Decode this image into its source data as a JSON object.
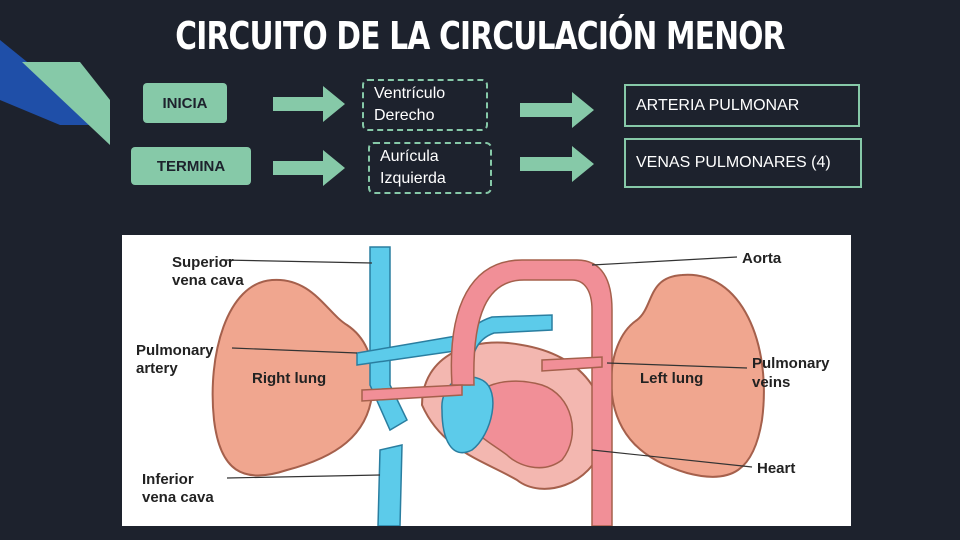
{
  "title": "CIRCUITO DE LA CIRCULACIÓN MENOR",
  "flow": {
    "start_label": "INICIA",
    "end_label": "TERMINA",
    "start_chamber": [
      "Ventrículo",
      "Derecho"
    ],
    "end_chamber": [
      "Aurícula",
      "Izquierda"
    ],
    "start_vessel": "ARTERIA PULMONAR",
    "end_vessel": "VENAS PULMONARES (4)"
  },
  "diagram_labels": {
    "svc": [
      "Superior",
      "vena cava"
    ],
    "pa": [
      "Pulmonary",
      "artery"
    ],
    "ivc": [
      "Inferior",
      "vena cava"
    ],
    "aorta": "Aorta",
    "pv": [
      "Pulmonary",
      "veins"
    ],
    "heart": "Heart",
    "right_lung": "Right lung",
    "left_lung": "Left lung"
  },
  "colors": {
    "accent": "#86c9a8",
    "background": "#1d222d",
    "corner_blue": "#1f4fa8"
  }
}
